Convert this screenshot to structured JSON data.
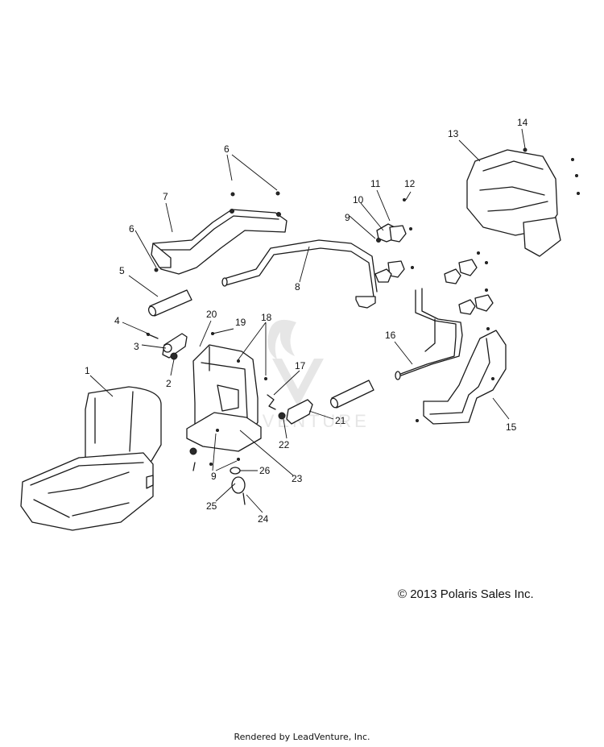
{
  "copyright": "© 2013 Polaris Sales Inc.",
  "footer": "Rendered by LeadVenture, Inc.",
  "watermark": "ADVENTURE",
  "callouts": [
    {
      "id": "c1",
      "label": "1"
    },
    {
      "id": "c2",
      "label": "2"
    },
    {
      "id": "c3",
      "label": "3"
    },
    {
      "id": "c4",
      "label": "4"
    },
    {
      "id": "c5",
      "label": "5"
    },
    {
      "id": "c6a",
      "label": "6"
    },
    {
      "id": "c6b",
      "label": "6"
    },
    {
      "id": "c7",
      "label": "7"
    },
    {
      "id": "c8",
      "label": "8"
    },
    {
      "id": "c9a",
      "label": "9"
    },
    {
      "id": "c9b",
      "label": "9"
    },
    {
      "id": "c10",
      "label": "10"
    },
    {
      "id": "c11",
      "label": "11"
    },
    {
      "id": "c12",
      "label": "12"
    },
    {
      "id": "c13",
      "label": "13"
    },
    {
      "id": "c14",
      "label": "14"
    },
    {
      "id": "c15",
      "label": "15"
    },
    {
      "id": "c16",
      "label": "16"
    },
    {
      "id": "c17",
      "label": "17"
    },
    {
      "id": "c18",
      "label": "18"
    },
    {
      "id": "c19",
      "label": "19"
    },
    {
      "id": "c20",
      "label": "20"
    },
    {
      "id": "c21",
      "label": "21"
    },
    {
      "id": "c22",
      "label": "22"
    },
    {
      "id": "c23",
      "label": "23"
    },
    {
      "id": "c24",
      "label": "24"
    },
    {
      "id": "c25",
      "label": "25"
    },
    {
      "id": "c26",
      "label": "26"
    }
  ]
}
